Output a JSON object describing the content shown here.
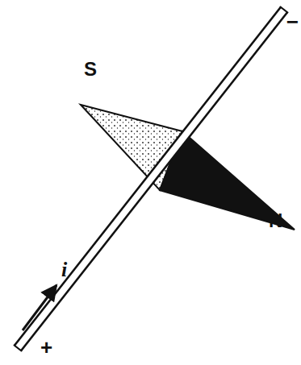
{
  "diagram": {
    "labels": [
      "S",
      "N",
      "i",
      "+",
      "−"
    ]
  }
}
